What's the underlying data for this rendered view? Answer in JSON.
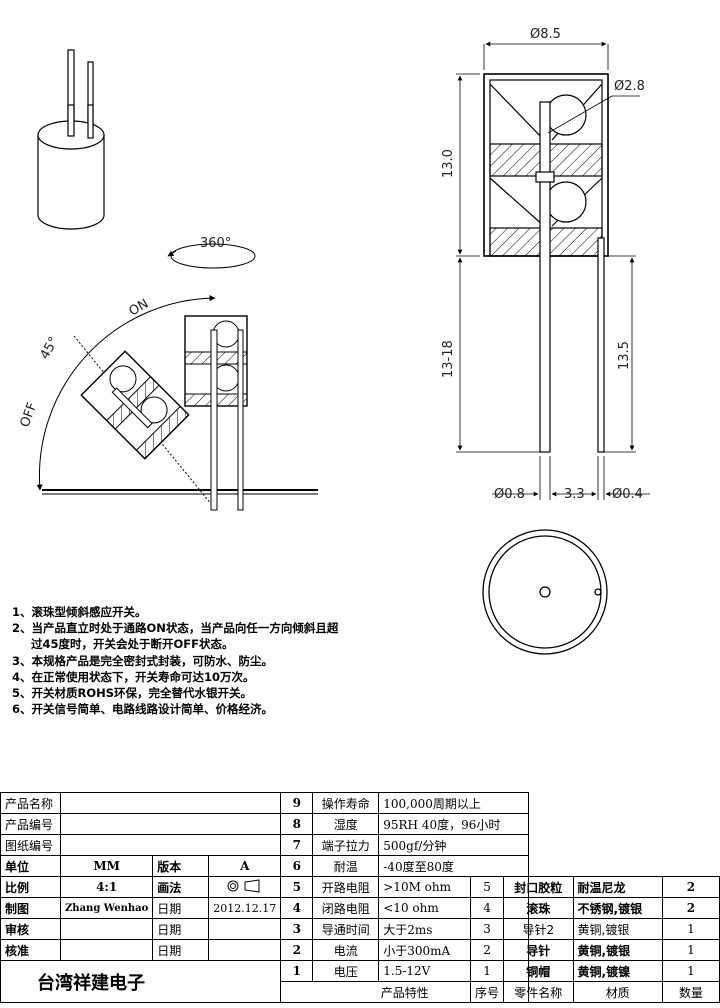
{
  "drawing": {
    "dims": {
      "d85": "Ø8.5",
      "d28": "Ø2.8",
      "h13": "13.0",
      "h1318": "13-18",
      "h135": "13.5",
      "d08": "Ø0.8",
      "d33": "3.3",
      "d04": "Ø0.4"
    },
    "rotation_label": "360°",
    "angle_label": "45°",
    "on_label": "ON",
    "off_label": "OFF"
  },
  "notes": [
    "1、滚珠型倾斜感应开关。",
    "2、当产品直立时处于通路ON状态，当产品向任一方向倾斜且超",
    "过45度时，开关会处于断开OFF状态。",
    "3、本规格产品是完全密封式封装，可防水、防尘。",
    "4、在正常使用状态下，开关寿命可达10万次。",
    "5、开关材质ROHS环保，完全替代水银开关。",
    "6、开关信号简单、电路线路设计简单、价格经济。"
  ],
  "title_block": {
    "product_name_label": "产品名称",
    "product_no_label": "产品编号",
    "drawing_no_label": "图纸编号",
    "unit_label": "单位",
    "unit_value": "MM",
    "version_label": "版本",
    "version_value": "A",
    "scale_label": "比例",
    "scale_value": "4:1",
    "projection_label": "画法",
    "drafter_label": "制图",
    "drafter_value": "Zhang Wenhao",
    "date_label": "日期",
    "date_value": "2012.12.17",
    "review_label": "审核",
    "approve_label": "核准",
    "company": "台湾祥建电子"
  },
  "specs": {
    "header": "产品特性",
    "rows": [
      {
        "no": "9",
        "name": "操作寿命",
        "value": "100,000周期以上"
      },
      {
        "no": "8",
        "name": "湿度",
        "value": "95RH 40度，96小时"
      },
      {
        "no": "7",
        "name": "端子拉力",
        "value": "500gf/分钟"
      },
      {
        "no": "6",
        "name": "耐温",
        "value": "-40度至80度"
      },
      {
        "no": "5",
        "name": "开路电阻",
        "value": ">10M ohm"
      },
      {
        "no": "4",
        "name": "闭路电阻",
        "value": "<10 ohm"
      },
      {
        "no": "3",
        "name": "导通时间",
        "value": "大于2ms"
      },
      {
        "no": "2",
        "name": "电流",
        "value": "小于300mA"
      },
      {
        "no": "1",
        "name": "电压",
        "value": "1.5-12V"
      }
    ]
  },
  "bom": {
    "header": {
      "no": "序号",
      "part": "零件名称",
      "material": "材质",
      "qty": "数量"
    },
    "rows": [
      {
        "no": "5",
        "part": "封口胶粒",
        "material": "耐温尼龙",
        "qty": "2"
      },
      {
        "no": "4",
        "part": "滚珠",
        "material": "不锈钢,镀银",
        "qty": "2"
      },
      {
        "no": "3",
        "part": "导针2",
        "material": "黄铜,镀银",
        "qty": "1"
      },
      {
        "no": "2",
        "part": "导针",
        "material": "黄铜,镀银",
        "qty": "1"
      },
      {
        "no": "1",
        "part": "铜帽",
        "material": "黄铜,镀镍",
        "qty": "1"
      }
    ]
  }
}
